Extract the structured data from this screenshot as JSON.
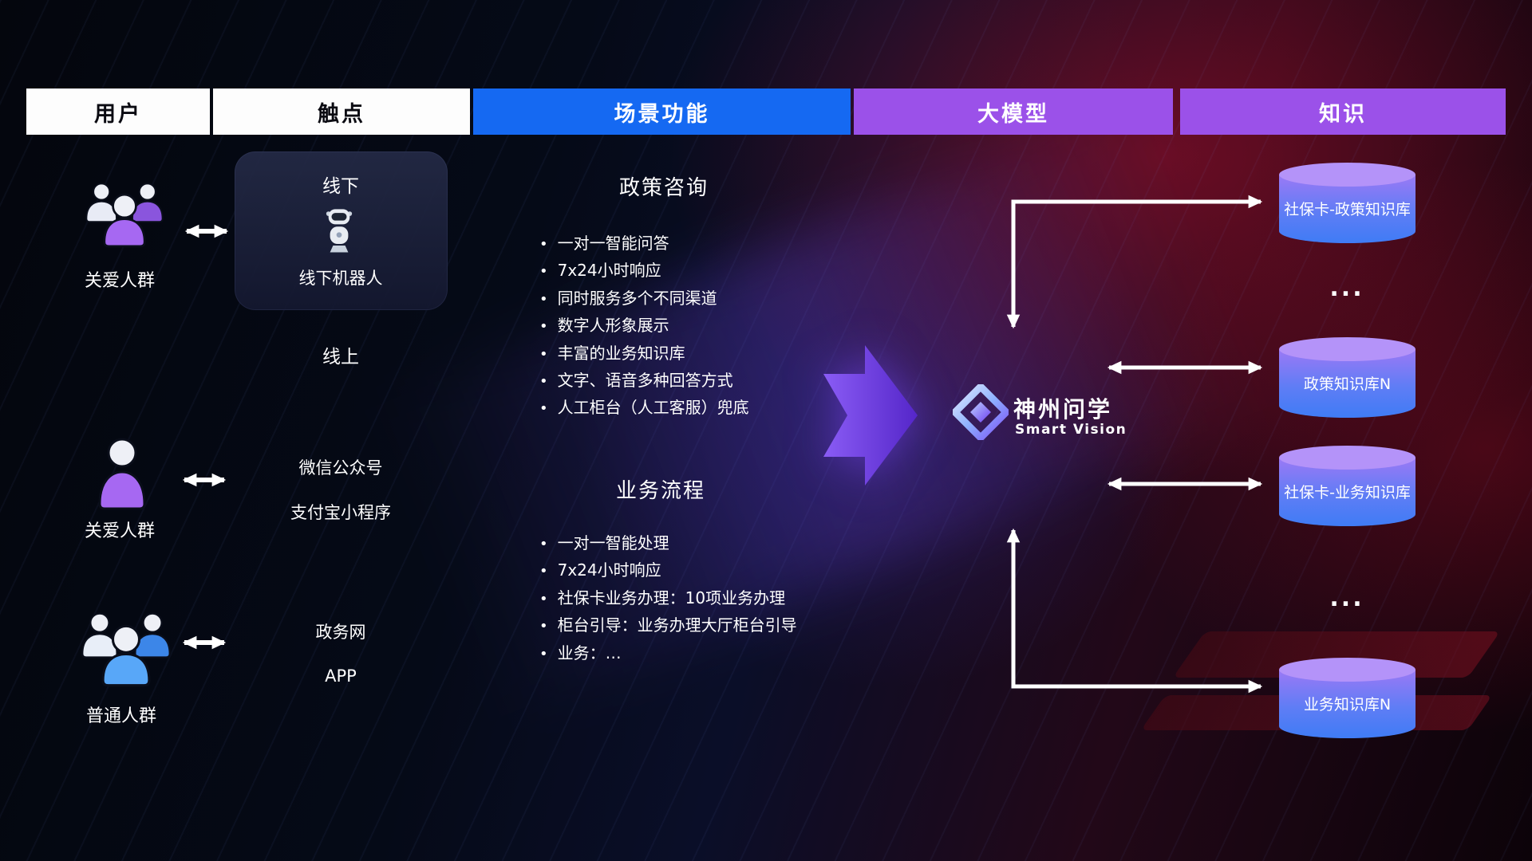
{
  "headers": {
    "users": "用户",
    "touchpoints": "触点",
    "scenarios": "场景功能",
    "model": "大模型",
    "knowledge": "知识"
  },
  "users": {
    "group1_label": "关爱人群",
    "group2_label": "关爱人群",
    "group3_label": "普通人群"
  },
  "touchpoints": {
    "offline": "线下",
    "offline_robot": "线下机器人",
    "online": "线上",
    "wechat": "微信公众号",
    "alipay": "支付宝小程序",
    "gov_web": "政务网",
    "app": "APP"
  },
  "scenarios": {
    "policy": {
      "title": "政策咨询",
      "items": [
        "一对一智能问答",
        "7x24小时响应",
        "同时服务多个不同渠道",
        "数字人形象展示",
        "丰富的业务知识库",
        "文字、语音多种回答方式",
        "人工柜台（人工客服）兜底"
      ]
    },
    "business": {
      "title": "业务流程",
      "items": [
        "一对一智能处理",
        "7x24小时响应",
        "社保卡业务办理：10项业务办理",
        "柜台引导：业务办理大厅柜台引导",
        "业务：…"
      ]
    }
  },
  "model": {
    "brand": "神州问学",
    "subtitle": "Smart Vision"
  },
  "knowledge": {
    "databases": [
      "社保卡-政策知识库",
      "政策知识库N",
      "社保卡-业务知识库",
      "业务知识库N"
    ],
    "ellipsis1": "...",
    "ellipsis2": "..."
  },
  "colors": {
    "header_blue": "#1569f2",
    "header_purple": "#9b51e9",
    "db_top": "#b493f9",
    "db_body_top": "#9b79f5",
    "db_body_bottom": "#3f7cf5",
    "flow_arrow_purple": "#7a4df0",
    "people_purple": "#a668f2",
    "people_blue": "#58a7f8",
    "bg_red_glow": "#a01228",
    "arrow_white": "#ffffff"
  }
}
